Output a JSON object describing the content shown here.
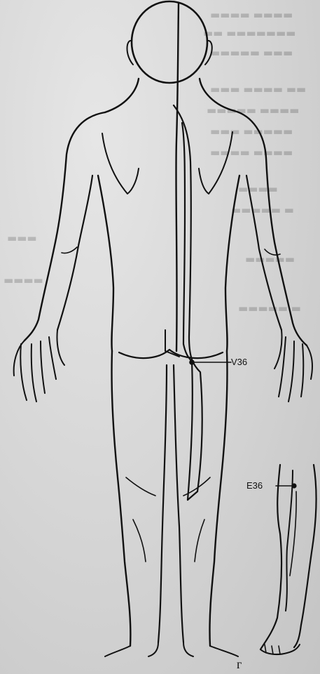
{
  "points": {
    "v36": "V36",
    "e36": "E36"
  },
  "caption": "г",
  "ink_color": "#111111",
  "paper_color": "#d6d6d6"
}
